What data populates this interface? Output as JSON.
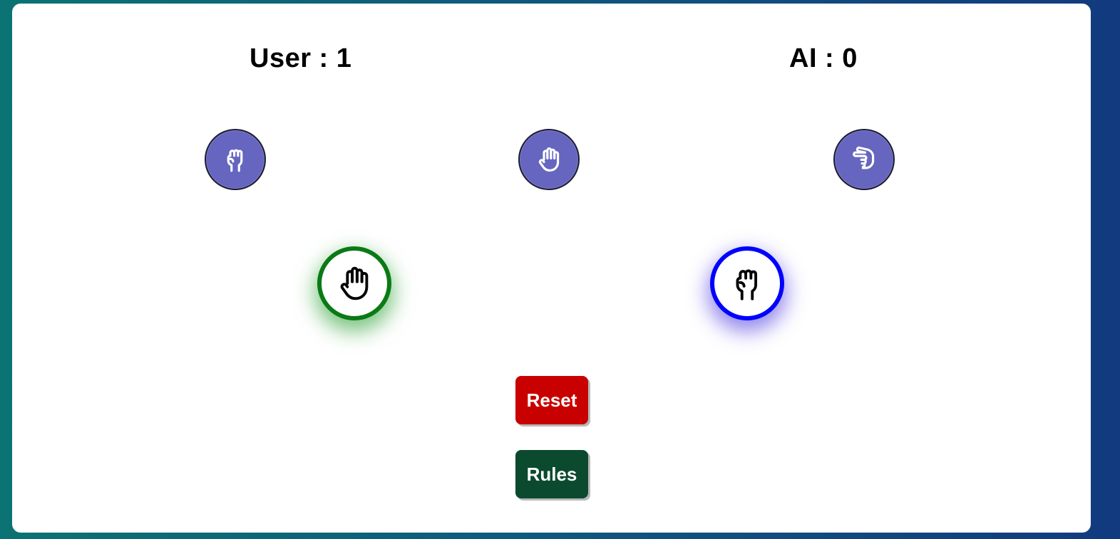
{
  "scoreboard": {
    "user_label": "User : 1",
    "ai_label": "AI : 0",
    "user_score": 1,
    "ai_score": 0
  },
  "choices": [
    {
      "id": "rock",
      "icon": "rock-fist-icon"
    },
    {
      "id": "paper",
      "icon": "paper-hand-icon"
    },
    {
      "id": "scissors",
      "icon": "scissors-hand-icon"
    }
  ],
  "result": {
    "user_pick": "paper",
    "ai_pick": "rock",
    "user_pick_icon": "paper-hand-icon",
    "ai_pick_icon": "rock-fist-icon",
    "user_highlight_color": "#0a7a14",
    "ai_highlight_color": "#0000ff"
  },
  "buttons": {
    "reset_label": "Reset",
    "rules_label": "Rules",
    "reset_color": "#c90000",
    "rules_color": "#0b4a2e"
  },
  "colors": {
    "choice_button_bg": "#6666c0",
    "background_gradient_start": "#0b7373",
    "background_gradient_end": "#123a7f"
  }
}
